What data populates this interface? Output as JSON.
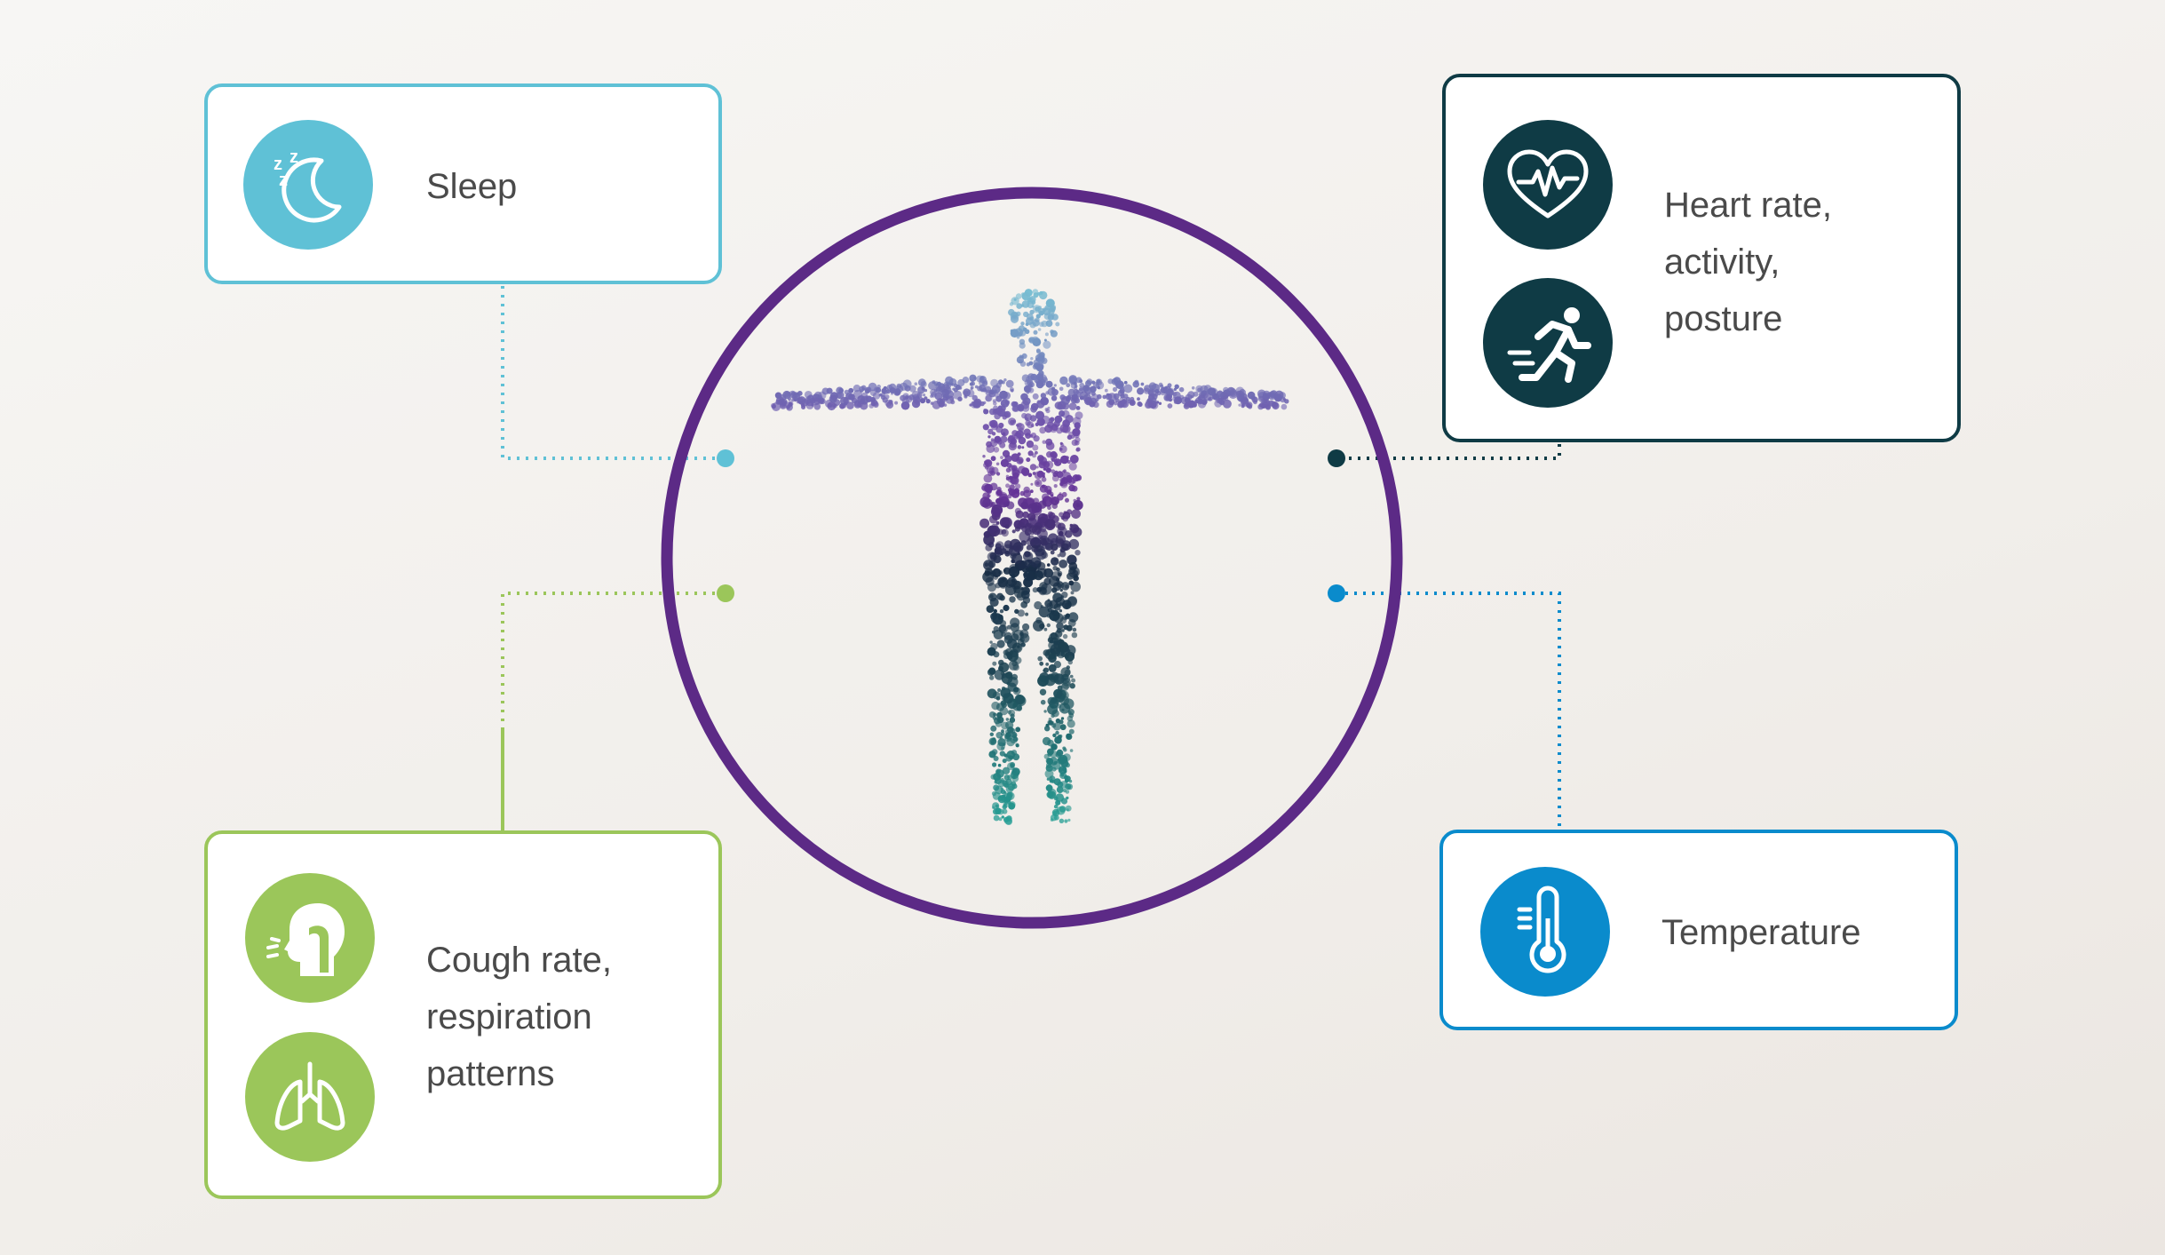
{
  "colors": {
    "sleep": "#5fc1d6",
    "vitals": "#0f3b45",
    "respiration": "#9bc65a",
    "temperature": "#0a8bcc",
    "ring": "#5c2a86"
  },
  "cards": {
    "sleep": {
      "label": "Sleep",
      "icons": [
        "moon-sleep-icon"
      ]
    },
    "vitals": {
      "label": "Heart rate,\nactivity,\nposture",
      "icons": [
        "heart-rate-icon",
        "running-person-icon"
      ]
    },
    "respiration": {
      "label": "Cough rate,\nrespiration\npatterns",
      "icons": [
        "cough-head-icon",
        "lungs-icon"
      ]
    },
    "temperature": {
      "label": "Temperature",
      "icons": [
        "thermometer-icon"
      ]
    }
  }
}
